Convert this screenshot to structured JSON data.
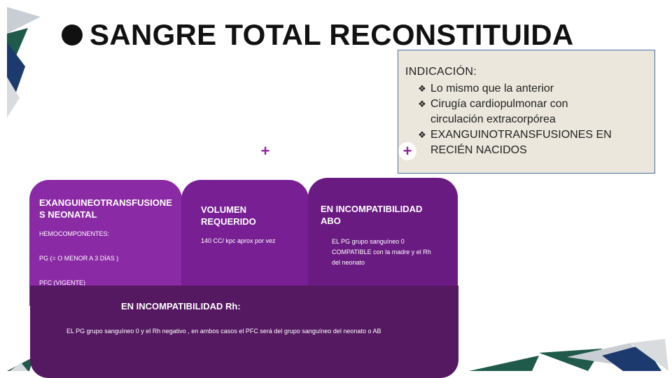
{
  "title": "SANGRE TOTAL RECONSTITUIDA",
  "indicacion": {
    "heading": "INDICACIÓN:",
    "items": [
      "Lo mismo que la anterior",
      "Cirugía cardiopulmonar con circulación extracorpórea",
      "EXANGUINOTRANSFUSIONES EN RECIÉN NACIDOS"
    ]
  },
  "cards": [
    {
      "title": "EXANGUINEOTRANSFUSIONES NEONATAL",
      "lines": [
        "HEMOCOMPONENTES:",
        "PG (= O MENOR A 3 DÍAS )",
        "PFC (VIGENTE)"
      ]
    },
    {
      "title": "VOLUMEN REQUERIDO",
      "text": "140 CC/ kpc aprox por vez"
    },
    {
      "title": "EN INCOMPATIBILIDAD ABO",
      "text": "EL PG grupo sanguíneo 0 COMPATIBLE con la madre y el Rh del neonato"
    }
  ],
  "bottom": {
    "title": "EN INCOMPATIBILIDAD Rh:",
    "text": "EL PG grupo sanguíneo 0 y el Rh negativo , en ambos casos el PFC será del grupo sanguíneo del neonato o AB"
  },
  "colors": {
    "card1": "#8b2aa5",
    "card2": "#782093",
    "card3": "#6a1b82",
    "bottom": "#551962",
    "indic_bg": "#ebe7dc",
    "deco_green": "#1f5a4a",
    "deco_blue": "#1c3a6e"
  },
  "icons": {
    "bullet": "diamond-bullet-icon",
    "plus": "plus-icon"
  }
}
